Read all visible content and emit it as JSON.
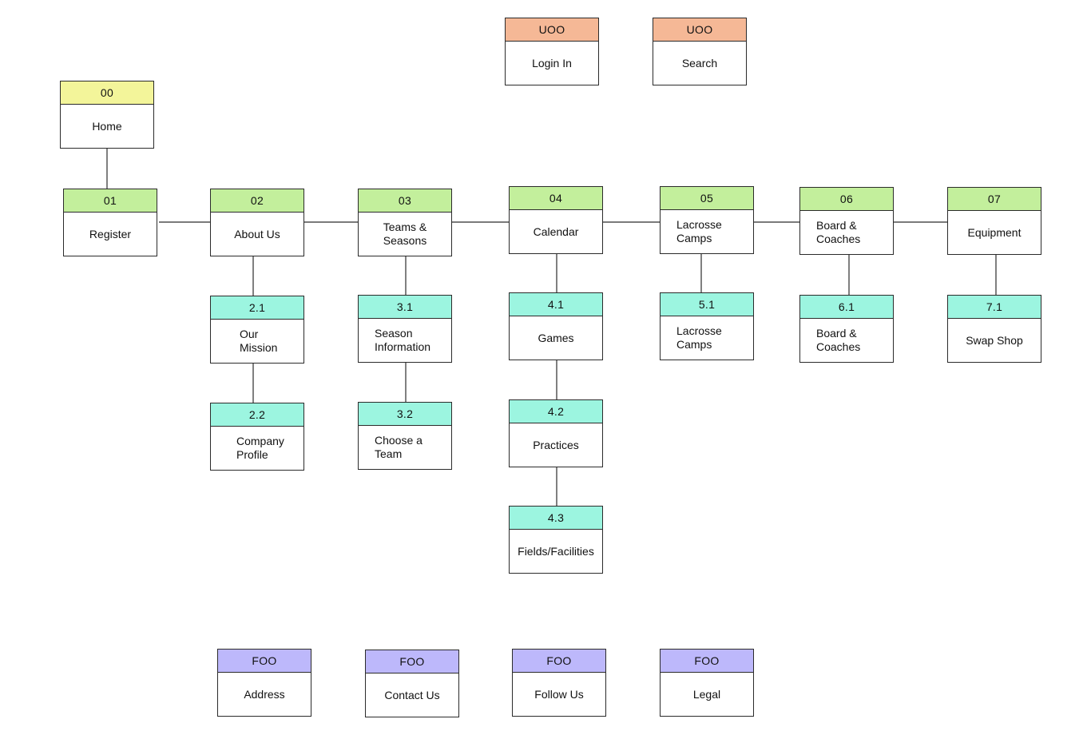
{
  "colors": {
    "home": "#f3f59a",
    "main": "#c3ef9c",
    "sub": "#9cf5e0",
    "util": "#f5b896",
    "footer": "#bdb8fb",
    "line": "#2b2b2b"
  },
  "nodes": {
    "util_login": {
      "code": "UOO",
      "label": "Login In"
    },
    "util_search": {
      "code": "UOO",
      "label": "Search"
    },
    "home": {
      "code": "00",
      "label": "Home"
    },
    "n01": {
      "code": "01",
      "label": "Register"
    },
    "n02": {
      "code": "02",
      "label": "About Us"
    },
    "n03": {
      "code": "03",
      "label": "Teams &\nSeasons"
    },
    "n04": {
      "code": "04",
      "label": "Calendar"
    },
    "n05": {
      "code": "05",
      "label": "Lacrosse\nCamps"
    },
    "n06": {
      "code": "06",
      "label": "Board &\nCoaches"
    },
    "n07": {
      "code": "07",
      "label": "Equipment"
    },
    "n2_1": {
      "code": "2.1",
      "label": "Our\nMission"
    },
    "n2_2": {
      "code": "2.2",
      "label": "Company\nProfile"
    },
    "n3_1": {
      "code": "3.1",
      "label": "Season\nInformation"
    },
    "n3_2": {
      "code": "3.2",
      "label": "Choose a\nTeam"
    },
    "n4_1": {
      "code": "4.1",
      "label": "Games"
    },
    "n4_2": {
      "code": "4.2",
      "label": "Practices"
    },
    "n4_3": {
      "code": "4.3",
      "label": "Fields/Facilities"
    },
    "n5_1": {
      "code": "5.1",
      "label": "Lacrosse\nCamps"
    },
    "n6_1": {
      "code": "6.1",
      "label": "Board &\nCoaches"
    },
    "n7_1": {
      "code": "7.1",
      "label": "Swap Shop"
    },
    "foot_address": {
      "code": "FOO",
      "label": "Address"
    },
    "foot_contact": {
      "code": "FOO",
      "label": "Contact Us"
    },
    "foot_follow": {
      "code": "FOO",
      "label": "Follow Us"
    },
    "foot_legal": {
      "code": "FOO",
      "label": "Legal"
    }
  }
}
